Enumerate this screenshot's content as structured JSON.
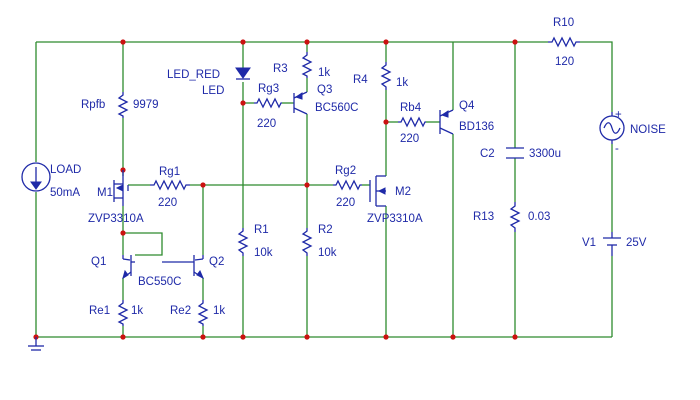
{
  "labels": {
    "r10_name": "R10",
    "r10_val": "120",
    "noise_name": "NOISE",
    "noise_plus": "+",
    "noise_minus": "-",
    "led_name": "LED_RED",
    "led_val": "LED",
    "r3_name": "R3",
    "r3_val": "1k",
    "r4_name": "R4",
    "r4_val": "1k",
    "rg3_name": "Rg3",
    "rg3_val": "220",
    "q3_name": "Q3",
    "q3_val": "BC560C",
    "rb4_name": "Rb4",
    "rb4_val": "220",
    "q4_name": "Q4",
    "q4_val": "BD136",
    "rpfb_name": "Rpfb",
    "rpfb_val": "9979",
    "c2_name": "C2",
    "c2_val": "3300u",
    "load_name": "LOAD",
    "load_val": "50mA",
    "rg1_name": "Rg1",
    "rg1_val": "220",
    "rg2_name": "Rg2",
    "rg2_val": "220",
    "m1_name": "M1",
    "m1_val": "ZVP3310A",
    "m2_name": "M2",
    "m2_val": "ZVP3310A",
    "r13_name": "R13",
    "r13_val": "0.03",
    "r1_name": "R1",
    "r1_val": "10k",
    "r2_name": "R2",
    "r2_val": "10k",
    "v1_name": "V1",
    "v1_val": "25V",
    "q1_name": "Q1",
    "q12_val": "BC550C",
    "q2_name": "Q2",
    "re1_name": "Re1",
    "re1_val": "1k",
    "re2_name": "Re2",
    "re2_val": "1k"
  }
}
